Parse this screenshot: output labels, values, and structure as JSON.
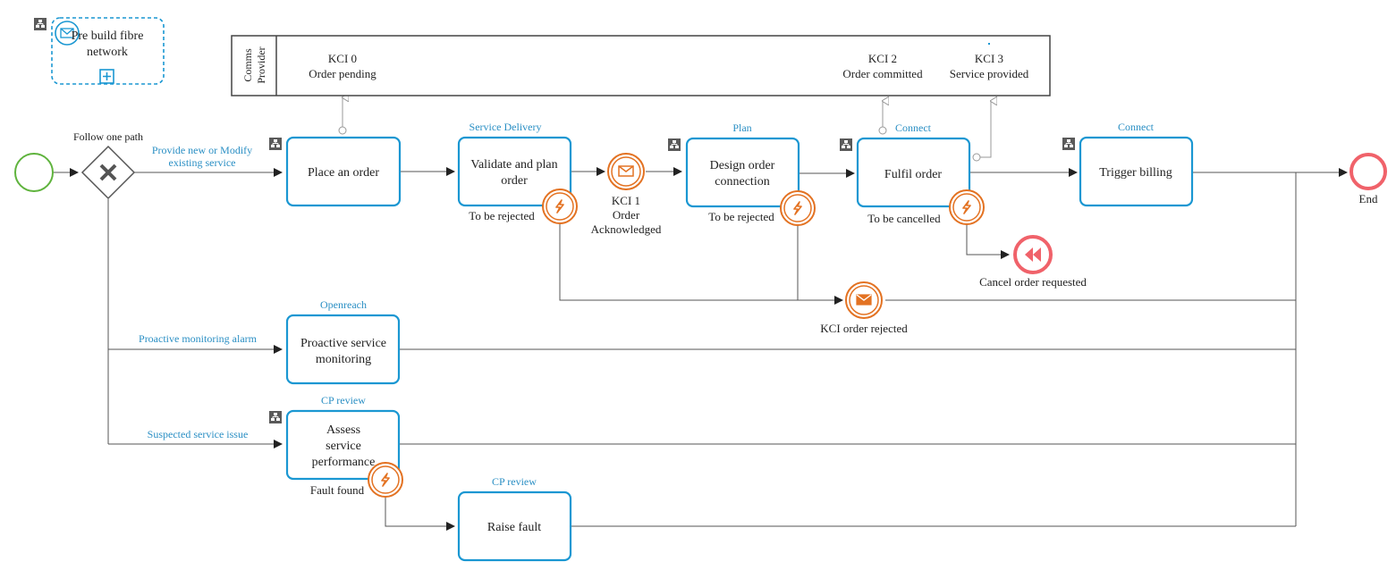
{
  "diagram": {
    "subprocess": {
      "label_line1": "Pre build fibre",
      "label_line2": "network"
    },
    "pool": {
      "participant_line1": "Comms",
      "participant_line2": "Provider",
      "kci0": {
        "id": "KCI 0",
        "text": "Order pending"
      },
      "kci2": {
        "id": "KCI 2",
        "text": "Order committed"
      },
      "kci3": {
        "id": "KCI 3",
        "text": "Service provided"
      }
    },
    "gateway": {
      "label": "Follow one path"
    },
    "flows": {
      "provide_line1": "Provide new or Modify",
      "provide_line2": "existing service",
      "proactive": "Proactive monitoring alarm",
      "suspected": "Suspected service issue"
    },
    "tasks": {
      "place_order": {
        "label": "Place an order"
      },
      "validate": {
        "lane": "Service Delivery",
        "line1": "Validate and plan",
        "line2": "order",
        "boundary": "To be rejected"
      },
      "design": {
        "lane": "Plan",
        "line1": "Design order",
        "line2": "connection",
        "boundary": "To be rejected"
      },
      "fulfil": {
        "lane": "Connect",
        "label": "Fulfil order",
        "boundary": "To be cancelled"
      },
      "billing": {
        "lane": "Connect",
        "label": "Trigger billing"
      },
      "monitoring": {
        "lane": "Openreach",
        "line1": "Proactive service",
        "line2": "monitoring"
      },
      "assess": {
        "lane": "CP review",
        "line1": "Assess",
        "line2": "service",
        "line3": "performance",
        "boundary": "Fault found"
      },
      "raise_fault": {
        "lane": "CP review",
        "label": "Raise fault"
      }
    },
    "events": {
      "kci1": {
        "line1": "KCI 1",
        "line2": "Order",
        "line3": "Acknowledged"
      },
      "kci_rejected": {
        "label": "KCI order rejected"
      },
      "cancel": {
        "label": "Cancel order requested"
      },
      "end": {
        "label": "End"
      }
    },
    "colors": {
      "task_border": "#1a97d2",
      "start_event": "#5fb33d",
      "end_event": "#f0626a",
      "intermediate": "#e37222",
      "lane_label": "#2a8fc4"
    },
    "icons": [
      "message-icon",
      "lightning-icon",
      "rewind-icon",
      "x-gateway-icon",
      "subprocess-marker-icon",
      "plus-icon"
    ]
  }
}
